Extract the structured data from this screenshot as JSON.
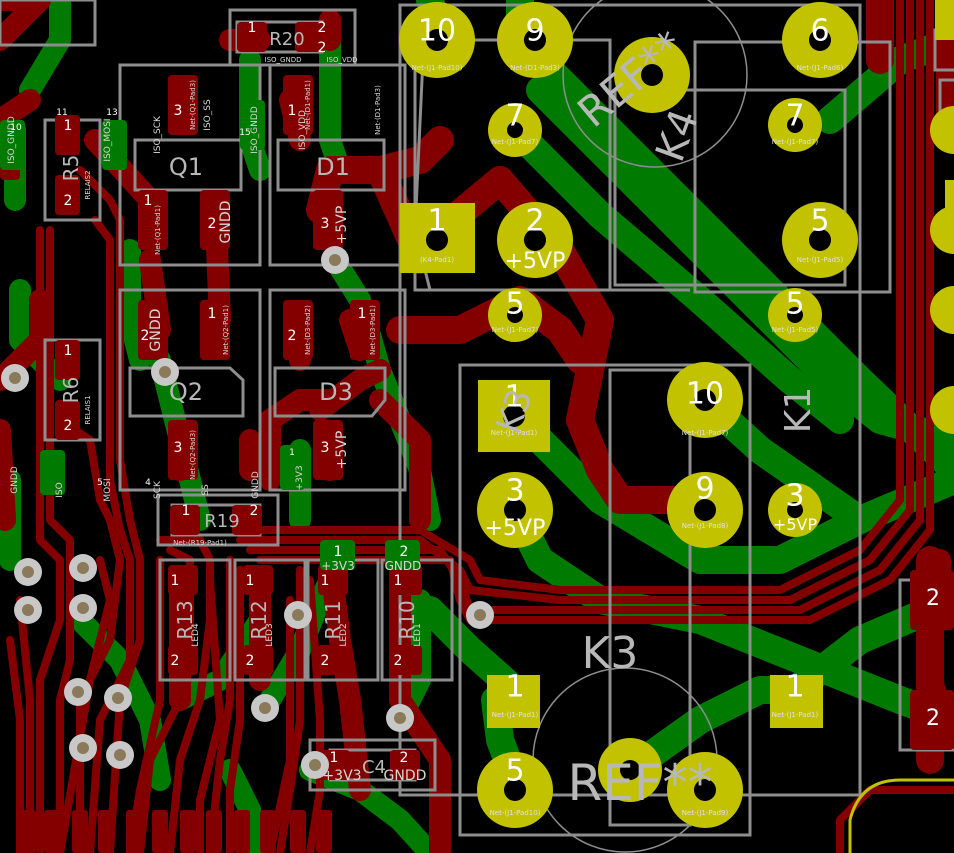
{
  "colors": {
    "background": "#000000",
    "front_copper": "#840000",
    "back_copper": "#007a00",
    "pad": "#c2c200",
    "outline": "#8e8e8e",
    "silk_text": "#c8c8c8",
    "pad_label": "#e0e0e0"
  },
  "header_labels": {
    "k4_n10": "10",
    "k4_n9": "9",
    "k4_n7": "7",
    "k4_n1": "1",
    "k4_n2": "2",
    "k4_2_net": "+5VP",
    "k4_n5": "5",
    "k4_pad1_net": "(K4-Pad1)",
    "right_n6": "6",
    "right_n7": "7",
    "right_n5": "5",
    "right_n5b": "5",
    "k3_n1": "1",
    "k3_n3": "3",
    "k3_3_net": "+5VP",
    "k3_n10": "10",
    "k3_n9": "9",
    "k3_n5": "5",
    "k3_n1b": "1",
    "k1_n3": "3",
    "k1_3_net": "+5VP",
    "k1_n1": "1"
  },
  "net_labels": {
    "pad10": "Net-(J1-Pad10)",
    "pad9": "Net-(D1-Pad3)",
    "pad7": "Net-(J1-Pad7)",
    "pad6": "Net-(J1-Pad6)",
    "pad7r": "Net-(J1-Pad7)",
    "pad5r": "Net-(J1-Pad5)",
    "k3p1": "Net-(J1-Pad1)",
    "k3p10": "Net-(J1-Pad7)",
    "k3p9": "Net-(J1-Pad8)",
    "k3p5": "Net-(J1-Pad10)",
    "k3p9b": "Net-(J1-Pad9)",
    "k3p1b": "Net-(J1-Pad1)",
    "k1p1": "Net-(J1-Pad1)"
  },
  "designators": {
    "r20": "R20",
    "q1": "Q1",
    "d1": "D1",
    "q2": "Q2",
    "d3": "D3",
    "r5": "R5",
    "r6": "R6",
    "r19": "R19",
    "r13": "R13",
    "r12": "R12",
    "r11": "R11",
    "r10": "R10",
    "c4": "C4",
    "k4": "K4",
    "k3": "K3",
    "k1": "K1",
    "ref_top": "REF**",
    "ref_bot": "REF**"
  },
  "net_names": {
    "iso_gndd": "ISO_GNDD",
    "iso_mosi": "ISO_MOSI",
    "iso_sck": "ISO_SCK",
    "iso_ss": "ISO_SS",
    "iso_gndd2": "ISO_GNDD",
    "iso_gndd3": "ISO_GNDD",
    "iso_vdd": "ISO_VDD",
    "gndd_q1": "GNDD",
    "gndd_q2": "GNDD",
    "p5vp_d1": "+5VP",
    "p5vp_d3": "+5VP",
    "p3v3": "+3V3",
    "p3v3b": "+3V3",
    "gndd_r10": "GNDD",
    "gndd_c4": "GNDD",
    "p3v3_c4": "+3V3",
    "mosi": "MOSI",
    "sck": "SCK",
    "ss": "SS",
    "iso": "ISO",
    "gndd_l": "GNDD",
    "p3v3_l": "+3V3",
    "led4": "LED4",
    "led3": "LED3",
    "led2": "LED2",
    "led1": "LED1",
    "relais2": "RELAIS2",
    "relais1": "RELAIS1",
    "net_q1_pad1": "Net-(Q1-Pad1)",
    "net_q1_pad3": "Net-(Q1-Pad3)",
    "net_d1_pad1": "Net-(D1-Pad1)",
    "net_d1_pad3": "Net-(D1-Pad3)",
    "net_q2_pad1": "Net-(Q2-Pad1)",
    "net_q2_pad3": "Net-(Q2-Pad3)",
    "net_d3_pad1": "Net-(D3-Pad1)",
    "net_d3_pad2": "Net-(D3-Pad2)",
    "net_r19": "Net-(R19-Pad1)"
  },
  "pin_numbers": {
    "p1": "1",
    "p2": "2",
    "p3": "3",
    "p4": "4",
    "p5": "5",
    "p10": "10",
    "p11": "11",
    "p13": "13",
    "p15": "15"
  }
}
